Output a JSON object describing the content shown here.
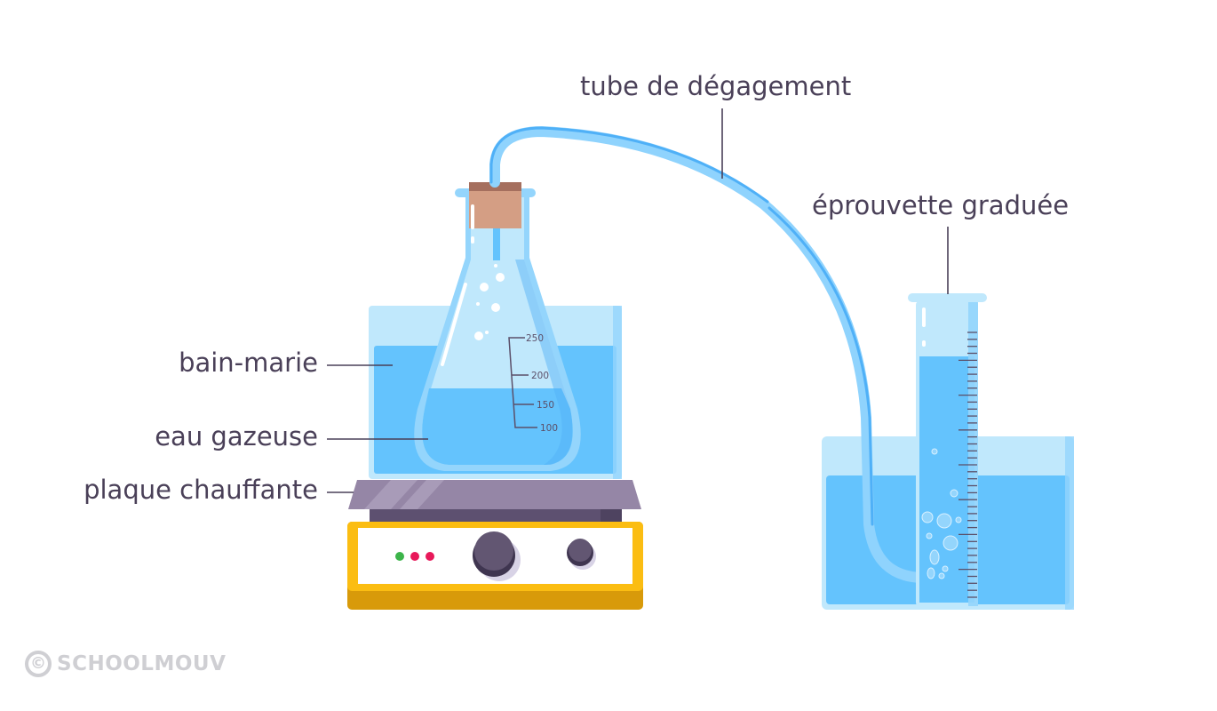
{
  "labels": {
    "bain_marie": "bain-marie",
    "eau_gazeuse": "eau gazeuse",
    "plaque_chauffante": "plaque chauffante",
    "tube_degagement": "tube de dégagement",
    "eprouvette_graduee": "éprouvette graduée"
  },
  "flask_graduations": [
    "250",
    "200",
    "150",
    "100"
  ],
  "hotplate": {
    "indicator_lights": [
      "green",
      "red",
      "red"
    ],
    "knobs": [
      "large-knob",
      "small-knob"
    ]
  },
  "watermark": {
    "symbol": "©",
    "text": "SCHOOLMOUV"
  },
  "colors": {
    "label_text": "#4a4058",
    "leader_line": "#4a4058",
    "water_dark": "#64c3fd",
    "water_light": "#c0e8fc",
    "glass": "#94d5fc",
    "tube": "#8fd3fd",
    "cork": "#d49e84",
    "hotplate_top": "#9586a6",
    "hotplate_frame": "#fbbd12",
    "hotplate_base": "#d89a0a",
    "knob": "#625672",
    "light_green": "#3cb44a",
    "light_red": "#e8195a",
    "watermark": "#cfcfd3"
  }
}
